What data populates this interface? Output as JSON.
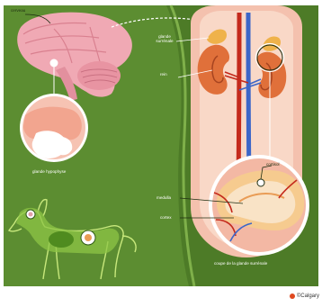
{
  "labels": {
    "cerveau": "cerveau",
    "glande_surrenale": "glande\nsurrénale",
    "rein": "rein",
    "glande_hypophyse": "glande hypophyse",
    "cortisol": "cortisol",
    "medulla": "medulla",
    "cortex": "cortex",
    "coupe": "coupe de la glande surrénale"
  },
  "credit": "©Calgary",
  "colors": {
    "background": "#5c8d31",
    "panel_dark": "#3f6b1f",
    "tissue_pink": "#f3b8a4",
    "gland_orange": "#e99c55",
    "artery_red": "#c42a1c",
    "vein_blue": "#3c66c8",
    "dog_body": "#9fd05a"
  }
}
